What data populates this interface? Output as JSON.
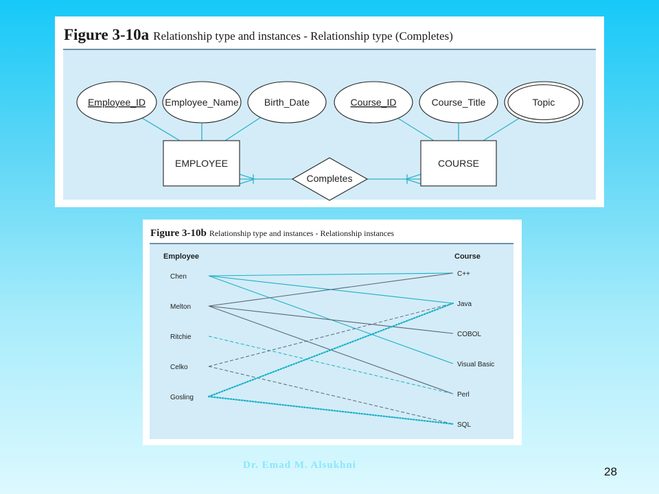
{
  "figure_a": {
    "number": "Figure 3-10a",
    "caption": "Relationship type and instances - Relationship type (Completes)",
    "attributes_employee": [
      "Employee_ID",
      "Employee_Name",
      "Birth_Date"
    ],
    "attributes_course": [
      "Course_ID",
      "Course_Title",
      "Topic"
    ],
    "entities": {
      "employee": "EMPLOYEE",
      "course": "COURSE"
    },
    "relationship": "Completes"
  },
  "figure_b": {
    "number": "Figure 3-10b",
    "caption": "Relationship type and instances - Relationship instances",
    "left_header": "Employee",
    "right_header": "Course",
    "employees": [
      "Chen",
      "Melton",
      "Ritchie",
      "Celko",
      "Gosling"
    ],
    "courses": [
      "C++",
      "Java",
      "COBOL",
      "Visual Basic",
      "Perl",
      "SQL"
    ],
    "links": [
      {
        "from": 0,
        "to": 0,
        "style": "solid",
        "color": "#1bb0c4"
      },
      {
        "from": 0,
        "to": 1,
        "style": "solid",
        "color": "#1bb0c4"
      },
      {
        "from": 0,
        "to": 3,
        "style": "solid",
        "color": "#1bb0c4"
      },
      {
        "from": 1,
        "to": 0,
        "style": "solid",
        "color": "#5b6670"
      },
      {
        "from": 1,
        "to": 2,
        "style": "solid",
        "color": "#5b6670"
      },
      {
        "from": 1,
        "to": 4,
        "style": "solid",
        "color": "#5b6670"
      },
      {
        "from": 2,
        "to": 4,
        "style": "dashed",
        "color": "#1bb0c4"
      },
      {
        "from": 3,
        "to": 1,
        "style": "dashed",
        "color": "#5b6670"
      },
      {
        "from": 3,
        "to": 5,
        "style": "dashed",
        "color": "#5b6670"
      },
      {
        "from": 4,
        "to": 1,
        "style": "dotted",
        "color": "#16b1c8"
      },
      {
        "from": 4,
        "to": 5,
        "style": "dotted",
        "color": "#16b1c8"
      }
    ]
  },
  "footer": {
    "author": "Dr. Emad M. Alsukhni",
    "page_number": "28"
  },
  "colors": {
    "connector": "#2fb3c8",
    "canvas": "#d3ecf8",
    "line_dark": "#5b6670"
  }
}
